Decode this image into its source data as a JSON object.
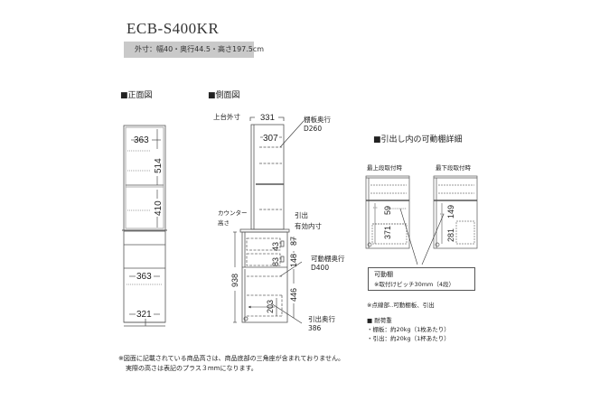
{
  "header": {
    "model": "ECB-S400KR",
    "outer_dims": "外寸：幅40・奥行44.5・高さ197.5cm"
  },
  "front_view": {
    "title": "■正面図",
    "dims": {
      "upper_width": "363",
      "upper_shelf": "514",
      "lower_shelf": "410",
      "drawer_width": "363",
      "base_width": "321"
    }
  },
  "side_view": {
    "title": "■側面図",
    "upper_outer_label": "上台外寸",
    "upper_outer": "331",
    "upper_inner": "307",
    "shelf_depth_label": "棚板奥行",
    "shelf_depth": "D260",
    "counter_label_1": "カウンター",
    "counter_label_2": "高さ",
    "counter_height": "938",
    "drawer_inner_label_1": "引出",
    "drawer_inner_label_2": "有効内寸",
    "dims": {
      "d43": "43",
      "d87": "87",
      "d83": "83",
      "d148": "148",
      "d446": "446",
      "d203": "203"
    },
    "movable_shelf_label": "可動棚奥行",
    "movable_shelf_depth": "D400",
    "drawer_depth_label": "引出奥行",
    "drawer_depth": "386"
  },
  "detail": {
    "title": "■引出し内の可動棚詳細",
    "top_label": "最上段取付時",
    "bottom_label": "最下段取付時",
    "top_dims": {
      "a": "59",
      "b": "371"
    },
    "bottom_dims": {
      "a": "149",
      "b": "281"
    },
    "box_line1": "可動棚",
    "box_line2": "※取付けピッチ30mm（4段）",
    "dotted_note": "※点線部‥可動棚板、引出",
    "load_title": "■ 耐荷重",
    "load_shelf": "・棚板：約20kg（1枚あたり）",
    "load_drawer": "・引出：約20kg（1杯あたり）"
  },
  "footnote": {
    "line1": "※図面に記載されている商品高さは、商品底部の三角座が含まれておりません。",
    "line2": "実際の高さは表記のプラス３mmになります。"
  }
}
